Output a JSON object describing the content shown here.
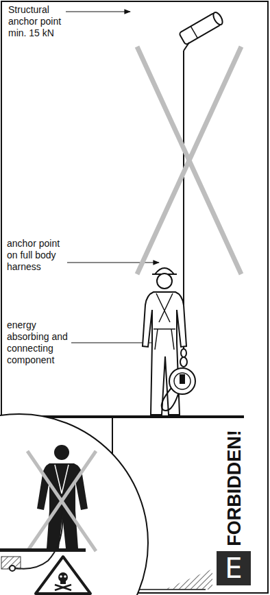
{
  "diagram": {
    "nodes": [
      {
        "text": [
          "E"
        ]
      }
    ],
    "labels": [
      "Structural anchor point min. 15 kN",
      "anchor point on full body harness",
      "energy absorbing and connecting component",
      "FORBIDDEN!"
    ]
  }
}
